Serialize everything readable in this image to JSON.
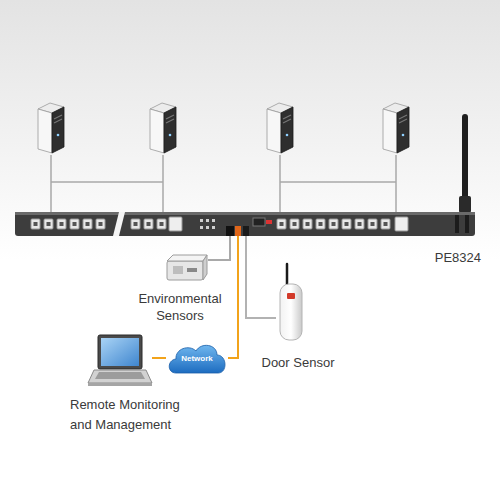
{
  "diagram": {
    "nodes": [
      {
        "text": [
          "PE8324"
        ]
      },
      {
        "text": [
          "Environmental Sensors"
        ]
      },
      {
        "text": [
          "Door Sensor"
        ]
      },
      {
        "text": [
          "Network"
        ]
      },
      {
        "text": [
          "Remote Monitoring and Management"
        ]
      }
    ],
    "edges": [
      {
        "from": 0,
        "to": 1,
        "arrow": "none"
      },
      {
        "from": 0,
        "to": 2,
        "arrow": "none"
      },
      {
        "from": 0,
        "to": 3,
        "arrow": "none"
      },
      {
        "from": 3,
        "to": 4,
        "arrow": "none"
      }
    ]
  }
}
